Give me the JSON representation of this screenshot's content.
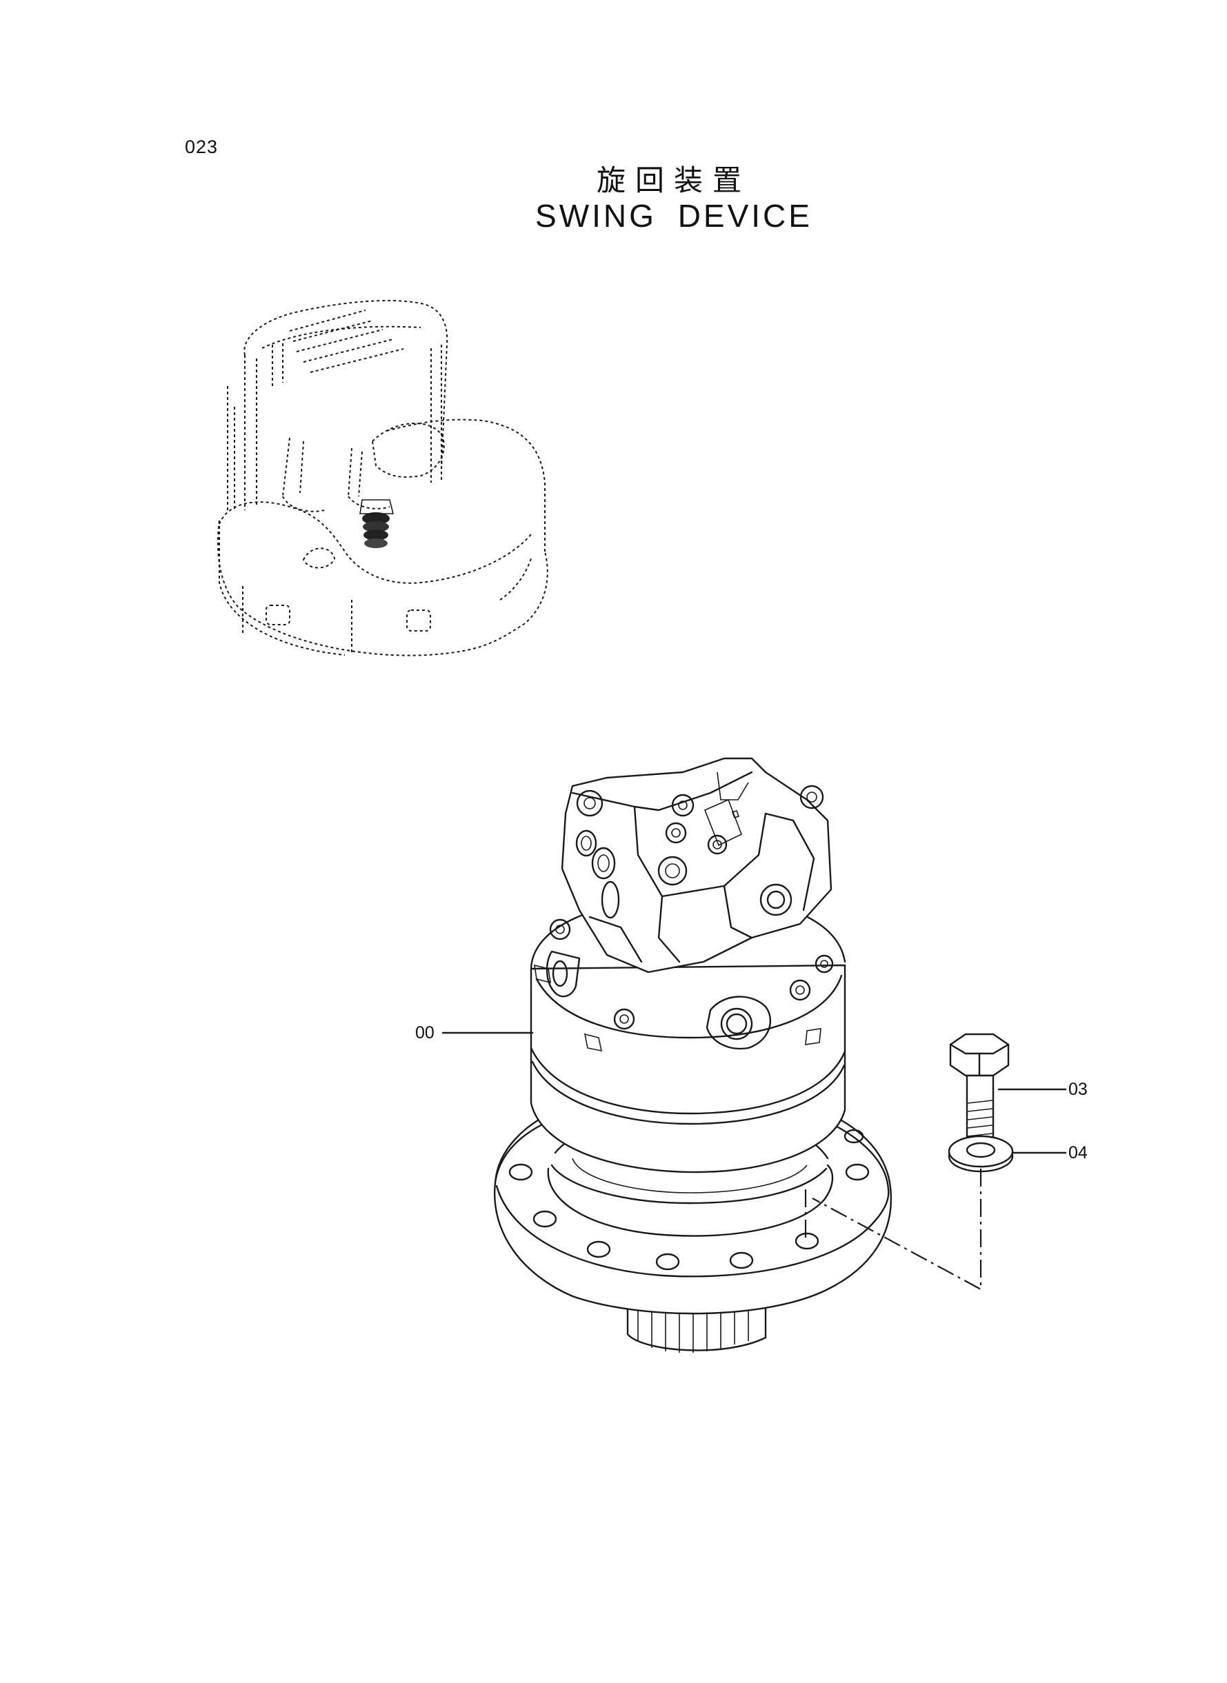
{
  "page": {
    "number": "023",
    "title_jp": "旋回装置",
    "title_en": "SWING DEVICE"
  },
  "callouts": [
    {
      "id": "00",
      "label": "00"
    },
    {
      "id": "03",
      "label": "03"
    },
    {
      "id": "04",
      "label": "04"
    }
  ],
  "icons": {
    "excavator": "excavator-locator-icon",
    "swing_motor": "swing-motor-assembly-icon",
    "bolt": "hex-bolt-icon",
    "washer": "washer-icon"
  }
}
